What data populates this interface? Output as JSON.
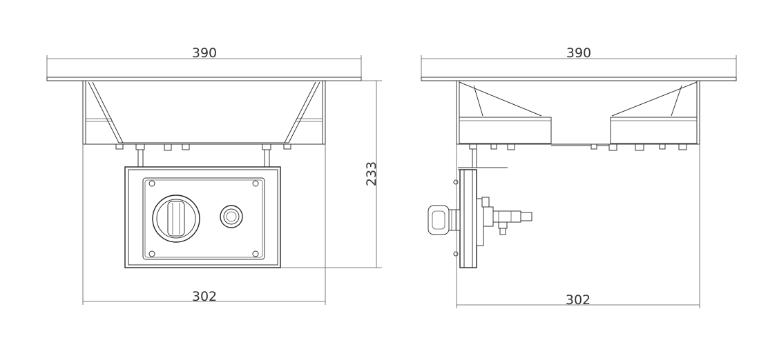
{
  "front_view": {
    "top_width": "390",
    "height": "233",
    "bottom_width": "302"
  },
  "side_view": {
    "top_width": "390",
    "bottom_width": "302"
  },
  "colors": {
    "line": "#333333",
    "background": "#ffffff"
  }
}
